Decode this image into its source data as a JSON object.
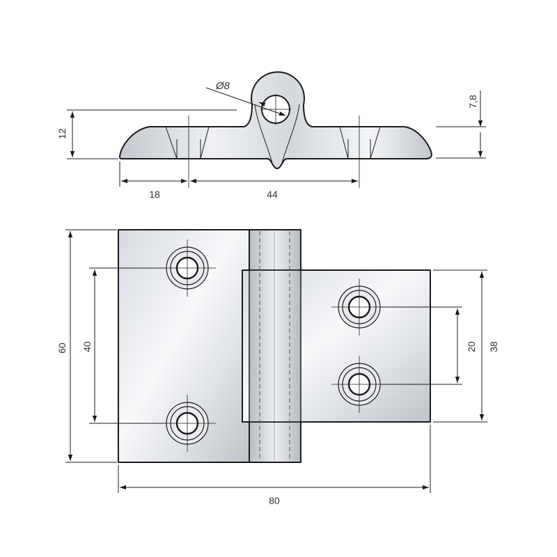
{
  "dimensions": {
    "side_view": {
      "hole_diameter": "Ø8",
      "height": "12",
      "thickness": "7,8",
      "left_segment": "18",
      "middle_segment": "44"
    },
    "front_view": {
      "overall_height": "60",
      "left_hole_spacing": "40",
      "right_hole_spacing": "20",
      "right_leaf_height": "38",
      "overall_width": "80"
    }
  },
  "colors": {
    "metal_light": "#f4f6f8",
    "metal_mid": "#c9ced4",
    "metal_dark": "#a8aeb5",
    "line": "#1a1a1a"
  }
}
